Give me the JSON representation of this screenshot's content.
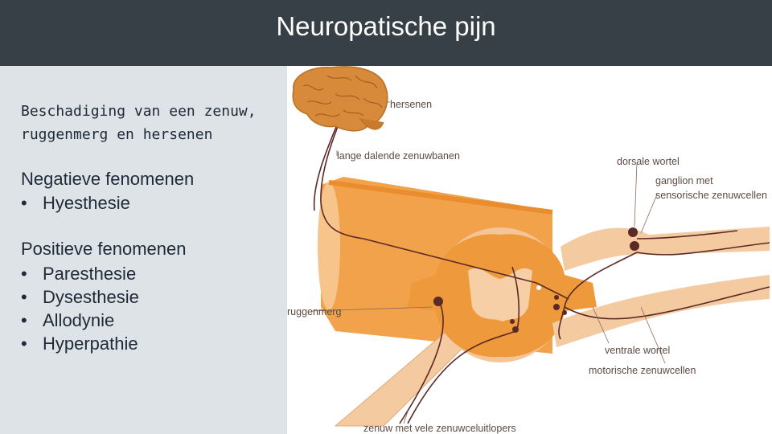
{
  "title": "Neuropatische pijn",
  "subtitle_lines": [
    "Beschadiging van een zenuw,",
    "ruggenmerg en hersenen"
  ],
  "negative": {
    "heading": "Negatieve fenomenen",
    "items": [
      "Hyesthesie"
    ]
  },
  "positive": {
    "heading": "Positieve fenomenen",
    "items": [
      "Paresthesie",
      "Dysesthesie",
      "Allodynie",
      "Hyperpathie"
    ]
  },
  "diagram_labels": {
    "brain": "hersenen",
    "descending": "lange dalende zenuwbanen",
    "dorsal_root": "dorsale wortel",
    "ganglion_1": "ganglion met",
    "ganglion_2": "sensorische zenuwcellen",
    "spinal_cord": "ruggenmerg",
    "ventral_root": "ventrale wortel",
    "motor": "motorische zenuwcellen",
    "nerve": "zenuw met vele zenuwceluitlopers"
  },
  "colors": {
    "header_bg": "#364046",
    "panel_bg": "#dde3e6",
    "cord_orange": "#ee9a3c",
    "cord_pale": "#f4caa0",
    "brain": "#d68a3a",
    "neuron": "#5b2a26"
  }
}
